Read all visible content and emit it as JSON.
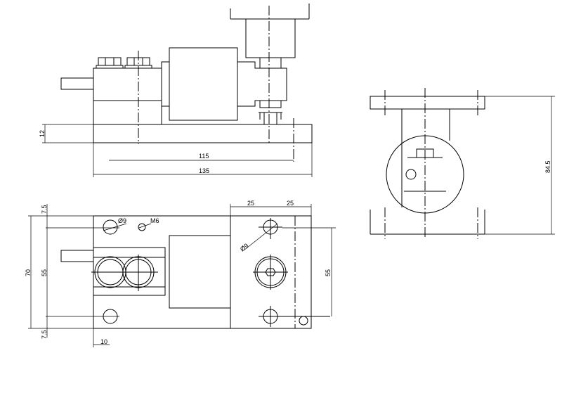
{
  "drawing": {
    "side_view": {
      "dim_height": "12",
      "dim_hole_spacing": "115",
      "dim_length": "135"
    },
    "plan_view": {
      "dim_top_edge": "7.5",
      "dim_hole_pitch": "55",
      "dim_width": "70",
      "dim_bottom_edge": "7.5",
      "hole_label": "Ø9",
      "thread_label": "M6",
      "dim_right_a": "25",
      "dim_right_b": "25",
      "right_hole_label": "Ø9",
      "dim_right_pitch": "55",
      "dim_offset": "10"
    },
    "end_view": {
      "dim_height": "84.5"
    }
  }
}
